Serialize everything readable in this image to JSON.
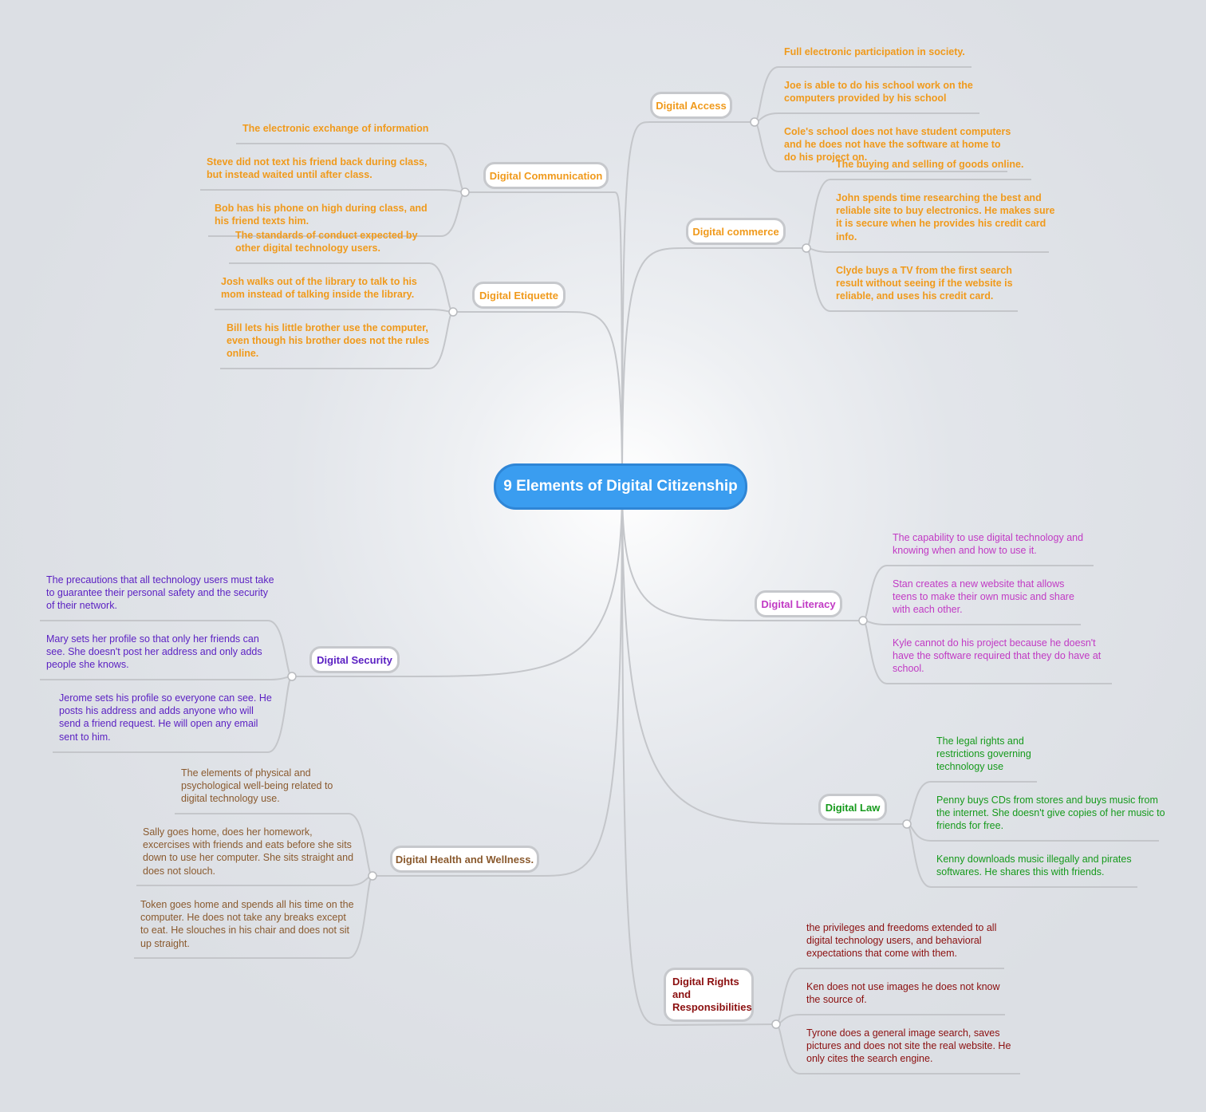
{
  "root": {
    "label": "9 Elements of Digital Citizenship",
    "color": "#3a9df0"
  },
  "branches": [
    {
      "id": "access",
      "label": "Digital Access",
      "color": "#f09a1c",
      "leaves": [
        "Full electronic participation in society.",
        "Joe is able to do his school work on the computers provided by his school",
        "Cole's school does not have student computers and he does not have the software at home to do his project on."
      ]
    },
    {
      "id": "commerce",
      "label": "Digital commerce",
      "color": "#f09a1c",
      "leaves": [
        "The buying and selling of goods online.",
        "John spends time researching the best and reliable site to buy electronics. He makes sure it is secure when he provides his credit card info.",
        "Clyde buys a TV from the first search result without seeing if the website is reliable, and uses his credit card."
      ]
    },
    {
      "id": "communication",
      "label": "Digital Communication",
      "color": "#f09a1c",
      "leaves": [
        "The electronic exchange of information",
        "Steve did not text his friend back during class, but instead waited until after class.",
        "Bob has his phone on high during class, and his friend texts him."
      ]
    },
    {
      "id": "etiquette",
      "label": "Digital Etiquette",
      "color": "#f09a1c",
      "leaves": [
        "The standards of conduct expected by other digital technology users.",
        "Josh walks out of the library to talk to his mom instead of talking inside the library.",
        "Bill lets his little brother use the computer, even though his brother does not the rules online."
      ]
    },
    {
      "id": "literacy",
      "label": "Digital Literacy",
      "color": "#c13ac4",
      "leaves": [
        "The capability to use digital technology and knowing when and how to use it.",
        "Stan creates a new website that allows teens to make their own music and share with each other.",
        "Kyle cannot do his project because he doesn't have the software required that they do have at school."
      ]
    },
    {
      "id": "security",
      "label": "Digital Security",
      "color": "#5a1fc2",
      "leaves": [
        "The precautions that all technology users must take to guarantee their personal safety and the security of their network.",
        "Mary sets her profile so that only her friends can see. She doesn't post her address and only adds people she knows.",
        "Jerome sets his profile so everyone can see. He posts his address and adds anyone who will send a friend request. He will open any email sent to him."
      ]
    },
    {
      "id": "law",
      "label": "Digital Law",
      "color": "#169a1c",
      "leaves": [
        "The legal rights and restrictions governing technology use",
        "Penny buys CDs from stores and buys music from the internet. She doesn't give copies of her music to friends for free.",
        "Kenny downloads music illegally and pirates softwares. He shares this with friends."
      ]
    },
    {
      "id": "health",
      "label": "Digital Health and Wellness.",
      "color": "#8a5a2e",
      "leaves": [
        "The elements of physical and psychological well-being related to digital technology use.",
        "Sally goes home, does her homework, excercises with friends and eats before she sits down to use her computer. She sits straight and does not slouch.",
        "Token goes home and spends all his time on the computer. He does not take any breaks except to eat. He slouches in his chair and does not sit up straight."
      ]
    },
    {
      "id": "rights",
      "label": "Digital Rights and Responsibilities",
      "color": "#8b0f0f",
      "leaves": [
        "the privileges and freedoms extended to all digital technology users, and behavioral expectations that come with them.",
        "Ken does not use images he does not know the source of.",
        "Tyrone does a general image search, saves pictures and does not site the real website. He only cites the search engine."
      ]
    }
  ]
}
